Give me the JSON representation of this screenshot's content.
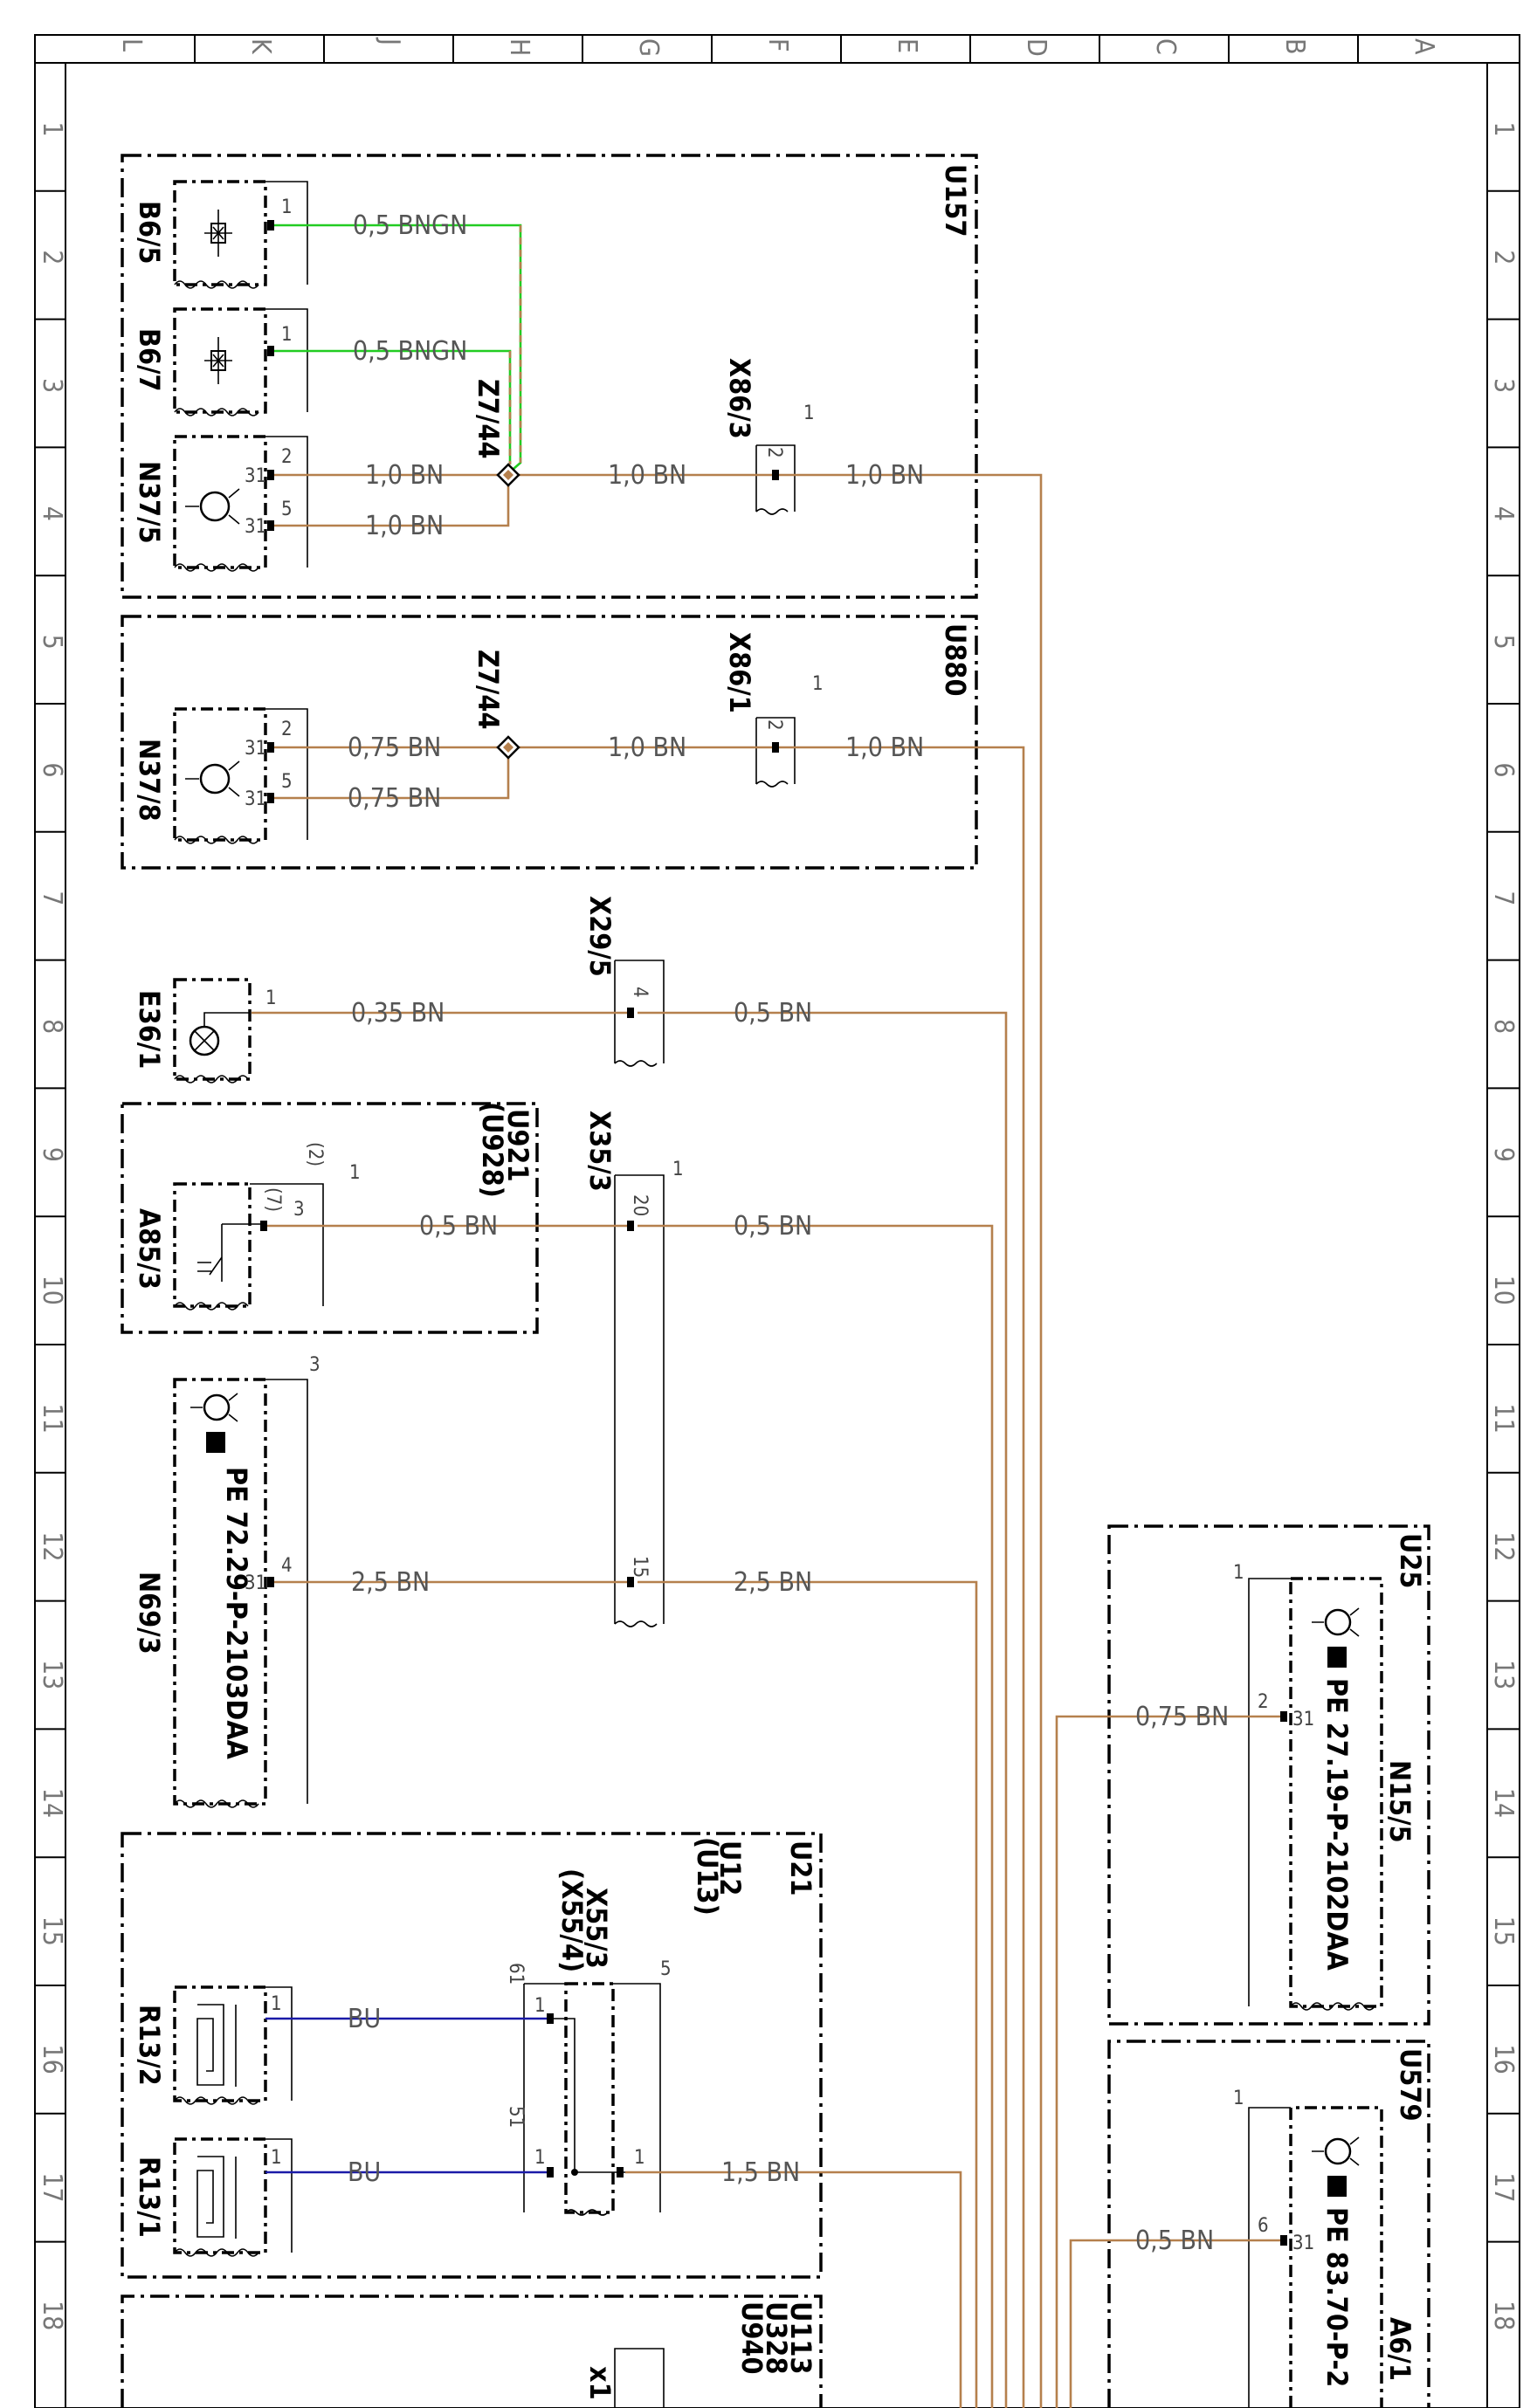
{
  "colors": {
    "frame": "#000000",
    "wire_bn": "#b5804d",
    "wire_green": "#22cc22",
    "wire_bu": "#1a1aa8",
    "text_wire": "#666666"
  },
  "grid": {
    "columns": [
      "L",
      "K",
      "J",
      "H",
      "G",
      "F",
      "E",
      "D",
      "C",
      "B",
      "A"
    ],
    "rows": [
      "1",
      "2",
      "3",
      "4",
      "5",
      "6",
      "7",
      "8",
      "9",
      "10",
      "11",
      "12",
      "13",
      "14",
      "15",
      "16",
      "17",
      "18"
    ]
  },
  "groups": {
    "u157": "U157",
    "u880": "U880",
    "u921": "U921",
    "u928": "(U928)",
    "u21": "U21",
    "u12": "U12",
    "u13": "(U13)",
    "u113": "U113",
    "u328": "U328",
    "u940": "U940",
    "u25": "U25",
    "u579": "U579"
  },
  "components": {
    "b6_5": "B6/5",
    "b6_7": "B6/7",
    "n37_5": "N37/5",
    "n37_8": "N37/8",
    "e36_1": "E36/1",
    "a85_3": "A85/3",
    "n69_3": "N69/3",
    "n69_3_ref": "PE 72.29-P-2103DAA",
    "r13_2": "R13/2",
    "r13_1": "R13/1",
    "n15_5": "N15/5",
    "n15_5_ref": "PE 27.19-P-2102DAA",
    "a6_1": "A6/1",
    "a6_1_ref": "PE 83.70-P-2"
  },
  "connectors": {
    "x86_3": "X86/3",
    "x86_1": "X86/1",
    "x29_5": "X29/5",
    "x35_3": "X35/3",
    "x55_3": "X55/3",
    "x55_4": "(X55/4)",
    "x1": "x1"
  },
  "splices": {
    "z7_44_top": "Z7/44",
    "z7_44_mid": "Z7/44"
  },
  "wires": {
    "w_b65": "0,5 BNGN",
    "w_b67": "0,5 BNGN",
    "w_n375_a": "1,0 BN",
    "w_n375_b": "1,0 BN",
    "w_z7_x863": "1,0 BN",
    "w_x863_out": "1,0 BN",
    "w_n378_a": "0,75 BN",
    "w_n378_b": "0,75 BN",
    "w_z7_x861": "1,0 BN",
    "w_x861_out": "1,0 BN",
    "w_e36": "0,35 BN",
    "w_x295_out": "0,5 BN",
    "w_a85": "0,5 BN",
    "w_x353_20": "0,5 BN",
    "w_n69": "2,5 BN",
    "w_x353_15": "2,5 BN",
    "w_r132": "BU",
    "w_r131": "BU",
    "w_x553_out": "1,5 BN",
    "w_n155": "0,75 BN",
    "w_a61": "0,5 BN"
  },
  "pins": {
    "p1": "1",
    "p2": "2",
    "p3": "3",
    "p4": "4",
    "p5": "5",
    "p6": "6",
    "p15": "15",
    "p20": "20",
    "p31": "31",
    "p51": "51",
    "p61": "61",
    "p2par": "(2)",
    "p7par": "(7)"
  }
}
